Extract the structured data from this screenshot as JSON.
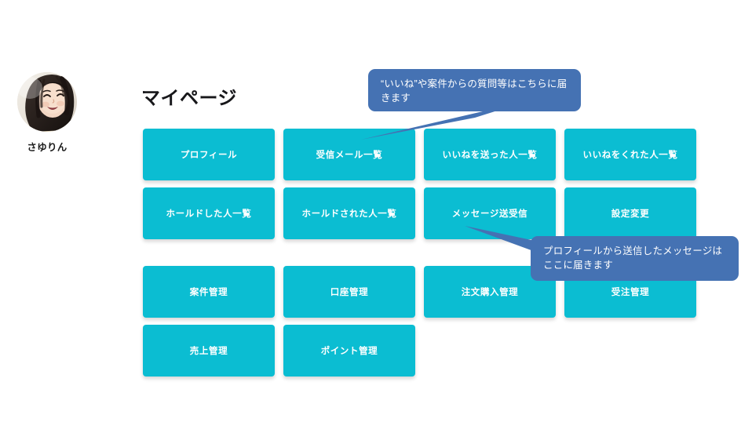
{
  "profile": {
    "avatar_icon": "user-photo-avatar",
    "name": "さゆりん"
  },
  "page": {
    "title": "マイページ"
  },
  "colors": {
    "tile": "#0bbdd2",
    "callout": "#4572b3",
    "title_text": "#17171a",
    "tile_text": "#ffffff",
    "background": "#ffffff"
  },
  "grid": {
    "rows": [
      {
        "tiles": [
          {
            "label": "プロフィール"
          },
          {
            "label": "受信メール一覧"
          },
          {
            "label": "いいねを送った人一覧"
          },
          {
            "label": "いいねをくれた人一覧"
          }
        ]
      },
      {
        "tiles": [
          {
            "label": "ホールドした人一覧"
          },
          {
            "label": "ホールドされた人一覧"
          },
          {
            "label": "メッセージ送受信"
          },
          {
            "label": "設定変更"
          }
        ]
      },
      {
        "tiles": [
          {
            "label": "案件管理"
          },
          {
            "label": "口座管理"
          },
          {
            "label": "注文購入管理"
          },
          {
            "label": "受注管理"
          }
        ]
      },
      {
        "tiles": [
          {
            "label": "売上管理"
          },
          {
            "label": "ポイント管理"
          }
        ]
      }
    ]
  },
  "callouts": [
    {
      "text": "“いいね”や案件からの質問等はこちらに届きます",
      "points_to": "受信メール一覧"
    },
    {
      "text": "プロフィールから送信したメッセージはここに届きます",
      "points_to": "メッセージ送受信"
    }
  ]
}
